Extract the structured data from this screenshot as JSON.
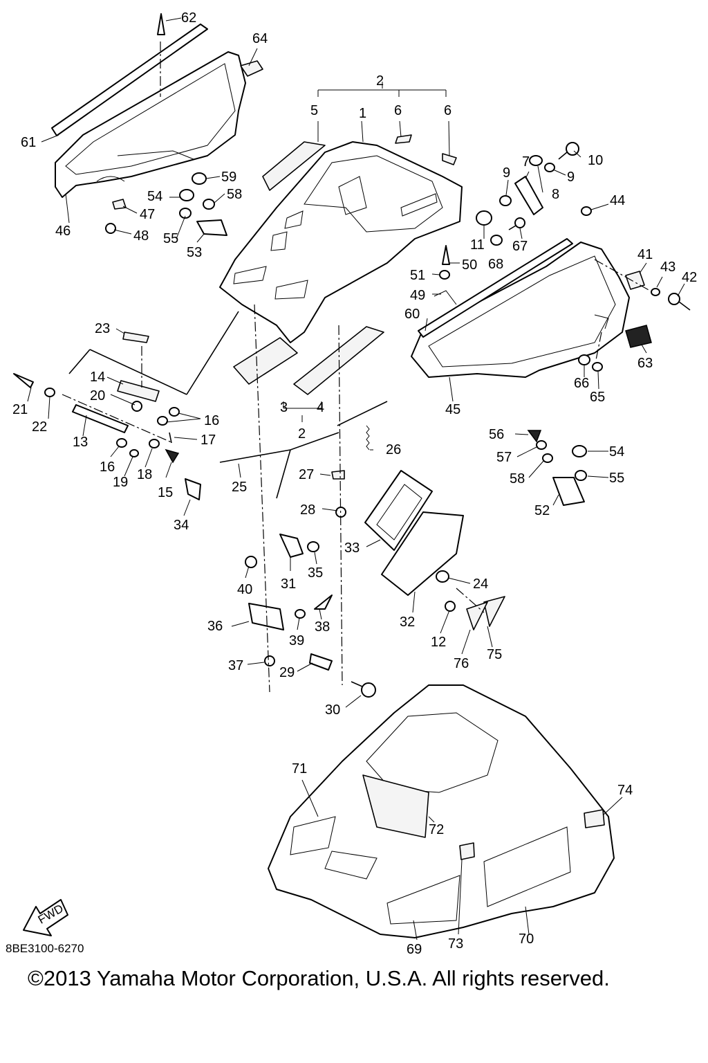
{
  "diagram": {
    "drawing_code": "8BE3100-6270",
    "copyright": "©2013 Yamaha Motor Corporation, U.S.A. All rights reserved.",
    "fwd_label": "FWD",
    "callouts": [
      "1",
      "2",
      "2",
      "3",
      "4",
      "5",
      "6",
      "6",
      "7",
      "8",
      "9",
      "9",
      "10",
      "11",
      "12",
      "13",
      "14",
      "15",
      "16",
      "16",
      "17",
      "18",
      "19",
      "20",
      "21",
      "22",
      "23",
      "24",
      "25",
      "26",
      "27",
      "28",
      "29",
      "30",
      "31",
      "32",
      "33",
      "34",
      "35",
      "36",
      "37",
      "38",
      "39",
      "40",
      "41",
      "42",
      "43",
      "44",
      "45",
      "46",
      "47",
      "48",
      "49",
      "50",
      "51",
      "52",
      "53",
      "54",
      "54",
      "55",
      "55",
      "56",
      "57",
      "58",
      "58",
      "59",
      "60",
      "61",
      "62",
      "63",
      "64",
      "65",
      "66",
      "67",
      "68",
      "69",
      "70",
      "71",
      "72",
      "73",
      "74",
      "75",
      "76"
    ]
  }
}
